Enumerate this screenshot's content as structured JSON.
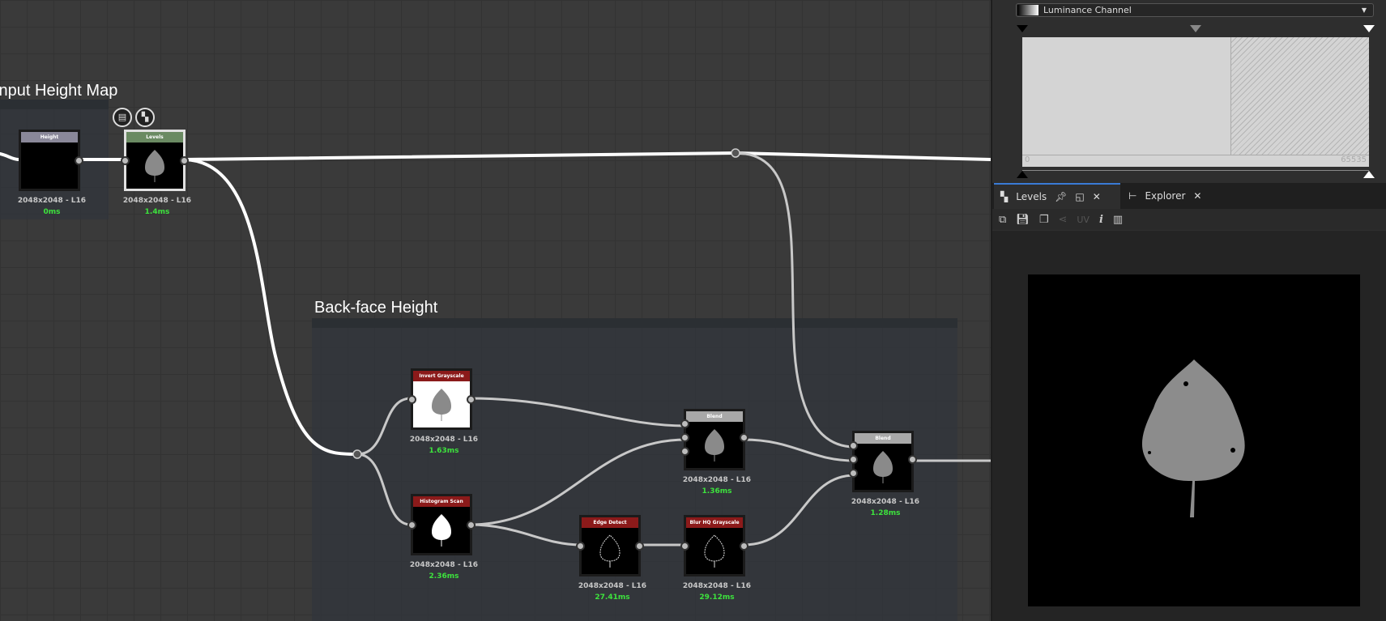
{
  "graph": {
    "frames": [
      {
        "title": "Input Height Map"
      },
      {
        "title": "Back-face Height"
      }
    ],
    "nodes": {
      "height": {
        "title": "Height",
        "info": "2048x2048 - L16",
        "time": "0ms",
        "header_color": "#8a8899"
      },
      "levels": {
        "title": "Levels",
        "info": "2048x2048 - L16",
        "time": "1.4ms",
        "header_color": "#6a8a62"
      },
      "invert": {
        "title": "Invert Grayscale",
        "info": "2048x2048 - L16",
        "time": "1.63ms",
        "header_color": "#8b1a1a"
      },
      "histogram": {
        "title": "Histogram Scan",
        "info": "2048x2048 - L16",
        "time": "2.36ms",
        "header_color": "#8b1a1a"
      },
      "edge": {
        "title": "Edge Detect",
        "info": "2048x2048 - L16",
        "time": "27.41ms",
        "header_color": "#8b1a1a"
      },
      "blur": {
        "title": "Blur HQ Grayscale",
        "info": "2048x2048 - L16",
        "time": "29.12ms",
        "header_color": "#8b1a1a"
      },
      "blend1": {
        "title": "Blend",
        "info": "2048x2048 - L16",
        "time": "1.36ms",
        "header_color": "#a8a8a8"
      },
      "blend2": {
        "title": "Blend",
        "info": "2048x2048 - L16",
        "time": "1.28ms",
        "header_color": "#a8a8a8"
      }
    }
  },
  "levels_panel": {
    "channel": "Luminance Channel",
    "range_min": "0",
    "range_max": "65535"
  },
  "tabs": [
    {
      "label": "Levels",
      "icon": "levels-icon",
      "active": true
    },
    {
      "label": "Explorer",
      "icon": "explorer-tree-icon",
      "active": false
    }
  ],
  "toolbar": {
    "uv_label": "UV",
    "info_label": "i"
  }
}
